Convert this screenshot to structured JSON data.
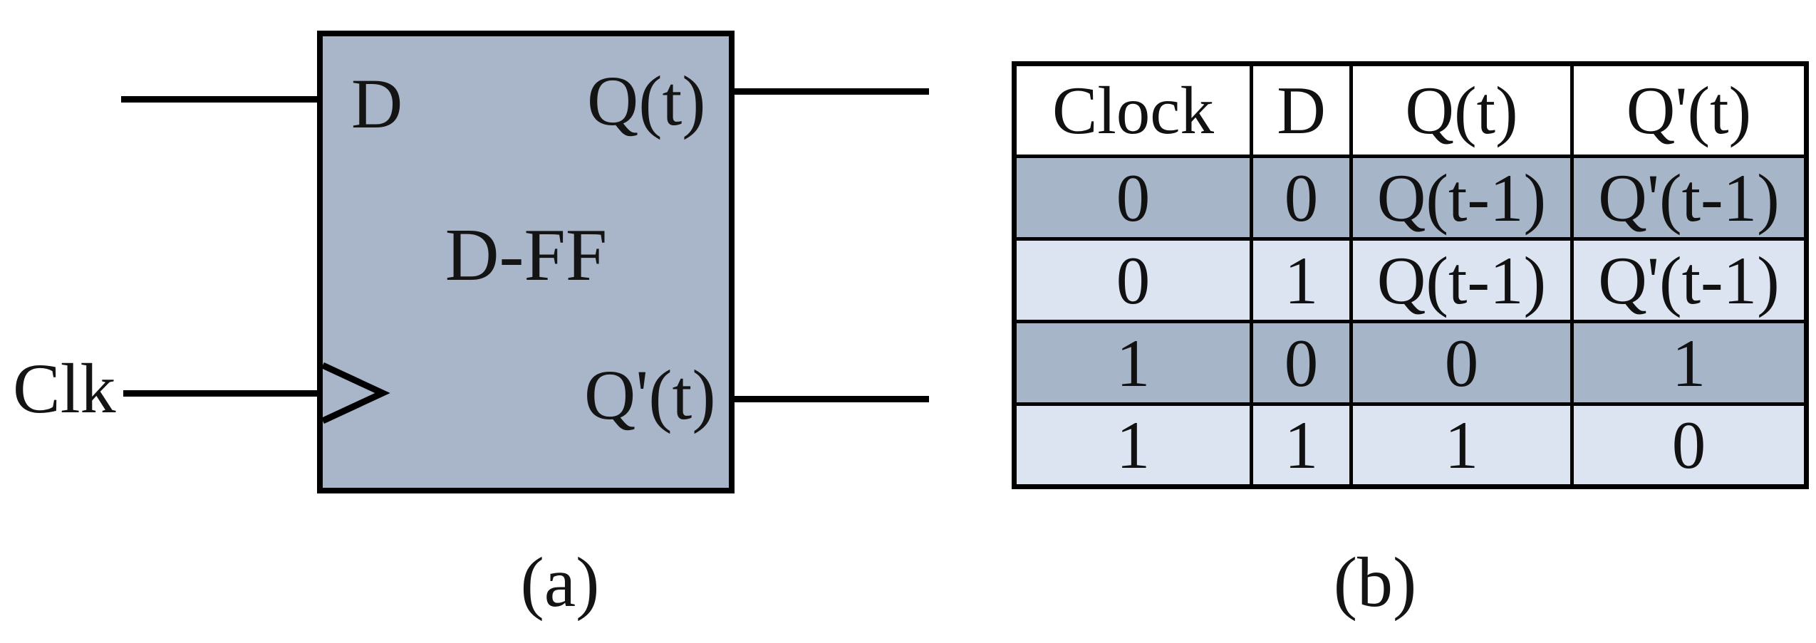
{
  "figure": {
    "caption_a": "(a)",
    "caption_b": "(b)"
  },
  "diagram": {
    "box_label": "D-FF",
    "input_d_label": "D",
    "clock_label": "Clk",
    "output_q_label": "Q(t)",
    "output_qprime_label": "Q'(t)"
  },
  "truth_table": {
    "headers": [
      "Clock",
      "D",
      "Q(t)",
      "Q'(t)"
    ],
    "rows": [
      [
        "0",
        "0",
        "Q(t-1)",
        "Q'(t-1)"
      ],
      [
        "0",
        "1",
        "Q(t-1)",
        "Q'(t-1)"
      ],
      [
        "1",
        "0",
        "0",
        "1"
      ],
      [
        "1",
        "1",
        "1",
        "0"
      ]
    ]
  },
  "colors": {
    "box_fill": "#a9b6c9",
    "row_dark": "#a7b5c9",
    "row_light": "#dce4f2",
    "header_bg": "#ffffff",
    "line_color": "#000000"
  }
}
